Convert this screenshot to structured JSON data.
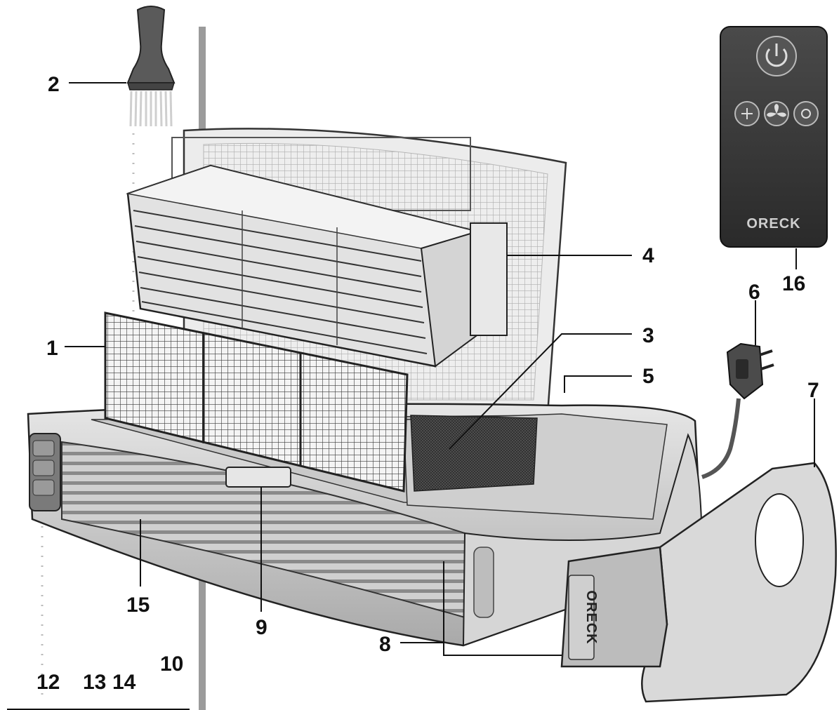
{
  "callouts": {
    "c1": "1",
    "c2": "2",
    "c3": "3",
    "c4": "4",
    "c5": "5",
    "c6": "6",
    "c7": "7",
    "c8": "8",
    "c9": "9",
    "c10": "10",
    "c12": "12",
    "c13": "13",
    "c14": "14",
    "c15": "15",
    "c16": "16"
  },
  "brand": {
    "remote_logo": "ORECK",
    "cap_logo": "ORECK"
  },
  "icons": {
    "power": "power-icon",
    "ionizer": "ionizer-icon",
    "fan": "fan-icon",
    "light": "light-icon"
  },
  "colors": {
    "remote_body": "#3b3b3b",
    "unit_body": "#d8d8d8",
    "ink": "#111111"
  }
}
